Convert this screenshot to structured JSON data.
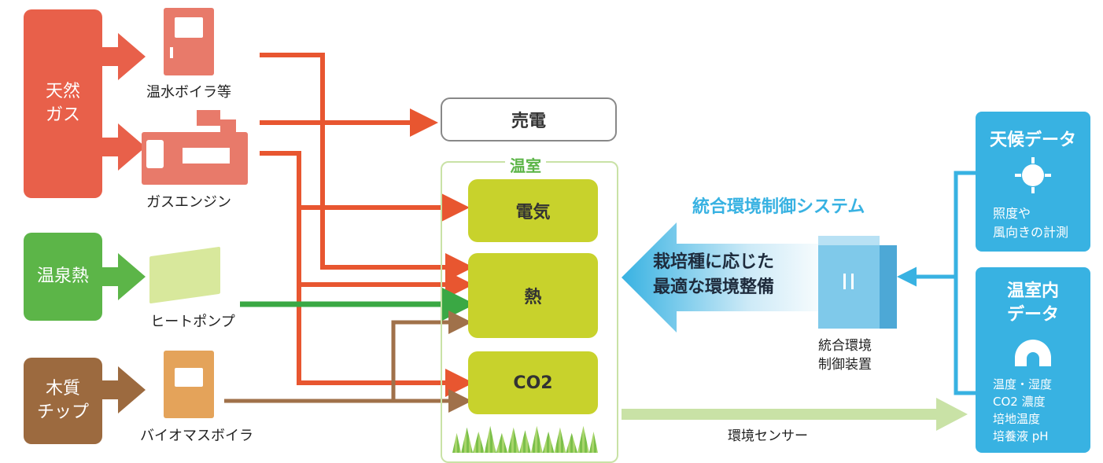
{
  "sources": {
    "gas": "天然\nガス",
    "onsen": "温泉熱",
    "wood": "木質\nチップ"
  },
  "equipment": {
    "boiler": "温水ボイラ等",
    "engine": "ガスエンジン",
    "heatpump": "ヒートポンプ",
    "biomass": "バイオマスボイラ"
  },
  "outputs": {
    "sell": "売電",
    "greenhouse": "温室",
    "electricity": "電気",
    "heat": "熱",
    "co2": "CO2"
  },
  "system": {
    "title": "統合環境制御システム",
    "arrow_text": "栽培種に応じた\n最適な環境整備",
    "device": "統合環境\n制御装置",
    "sensor": "環境センサー"
  },
  "weather": {
    "title": "天候データ",
    "desc": "照度や\n風向きの計測"
  },
  "indoor": {
    "title": "温室内\nデータ",
    "desc": "温度・湿度\nCO2 濃度\n培地温度\n培養液 pH"
  },
  "colors": {
    "gas": "#e8604a",
    "onsen": "#5cb548",
    "wood": "#9c6a3f",
    "red_arrow": "#e85630",
    "green_arrow": "#3aa844",
    "brown_arrow": "#a0714a",
    "blue": "#38b2e2",
    "lime": "#c8d22c"
  }
}
